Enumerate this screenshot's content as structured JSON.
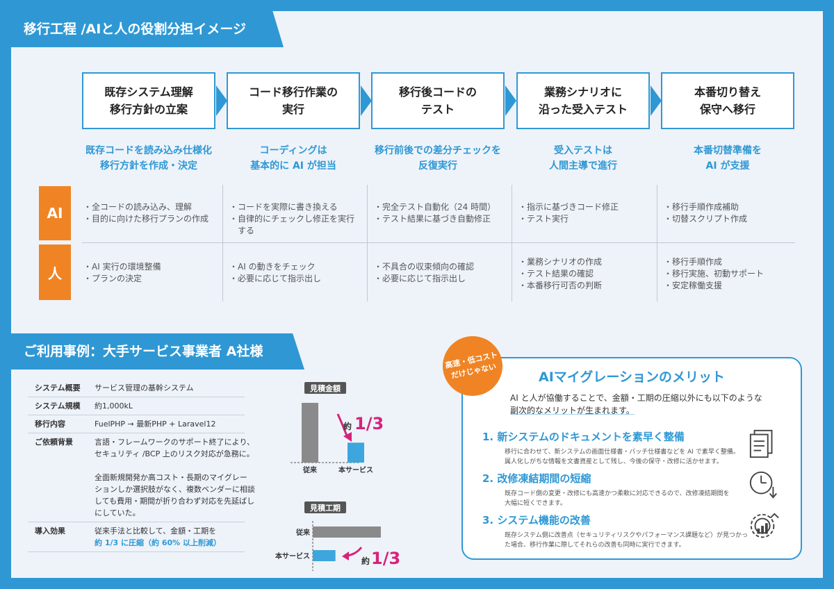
{
  "header": {
    "title": "移行工程 /AIと人の役割分担イメージ"
  },
  "steps": [
    {
      "title_lines": [
        "既存システム理解",
        "移行方針の立案"
      ],
      "ai_lines": [
        "既存コードを読み込み仕様化",
        "移行方針を作成・決定"
      ]
    },
    {
      "title_lines": [
        "コード移行作業の",
        "実行"
      ],
      "ai_lines": [
        "コーディングは",
        "基本的に AI が担当"
      ]
    },
    {
      "title_lines": [
        "移行後コードの",
        "テスト"
      ],
      "ai_lines": [
        "移行前後での差分チェックを",
        "反復実行"
      ]
    },
    {
      "title_lines": [
        "業務シナリオに",
        "沿った受入テスト"
      ],
      "ai_lines": [
        "受入テストは",
        "人間主導で進行"
      ]
    },
    {
      "title_lines": [
        "本番切り替え",
        "保守へ移行"
      ],
      "ai_lines": [
        "本番切替準備を",
        "AI が支援"
      ]
    }
  ],
  "roles": {
    "ai_label": "AI",
    "human_label": "人",
    "ai_tasks": [
      [
        "・全コードの読み込み、理解",
        "・目的に向けた移行プランの作成"
      ],
      [
        "・コードを実際に書き換える",
        "・自律的にチェックし修正を実行",
        "　する"
      ],
      [
        "・完全テスト自動化（24 時間）",
        "・テスト結果に基づき自動修正"
      ],
      [
        "・指示に基づきコード修正",
        "・テスト実行"
      ],
      [
        "・移行手順作成補助",
        "・切替スクリプト作成"
      ]
    ],
    "human_tasks": [
      [
        "・AI 実行の環境整備",
        "・プランの決定"
      ],
      [
        "・AI の動きをチェック",
        "・必要に応じて指示出し"
      ],
      [
        "・不具合の収束傾向の確認",
        "・必要に応じて指示出し"
      ],
      [
        "・業務シナリオの作成",
        "・テスト結果の確認",
        "・本番移行可否の判断"
      ],
      [
        "・移行手順作成",
        "・移行実施、初動サポート",
        "・安定稼働支援"
      ]
    ]
  },
  "case": {
    "title": "ご利用事例：大手サービス事業者 A社様",
    "rows": [
      {
        "key": "システム概要",
        "lines": [
          "サービス管理の基幹システム"
        ]
      },
      {
        "key": "システム規模",
        "lines": [
          "約1,000kL"
        ]
      },
      {
        "key": "移行内容",
        "lines": [
          "FuelPHP → 最新PHP + Laravel12"
        ]
      },
      {
        "key": "ご依頼背景",
        "lines": [
          "言語・フレームワークのサポート終了により、",
          "セキュリティ /BCP 上のリスク対応が急務に。",
          "",
          "全面新規開発か高コスト・長期のマイグレー",
          "ションしか選択肢がなく、複数ベンダーに相談",
          "しても費用・期間が折り合わず対応を先延ばし",
          "にしていた。"
        ]
      },
      {
        "key": "導入効果",
        "lines": [
          "従来手法と比較して、金額・工期を"
        ],
        "strong": "約 1/3 に圧縮（約 60% 以上削減）"
      }
    ]
  },
  "charts": {
    "cost": {
      "title": "見積金額",
      "categories": [
        "従来",
        "本サービス"
      ],
      "values": [
        3,
        1
      ],
      "ratio_prefix": "約",
      "ratio": "1/3"
    },
    "period": {
      "title": "見積工期",
      "categories": [
        "従来",
        "本サービス"
      ],
      "values": [
        3,
        1
      ],
      "ratio_prefix": "約",
      "ratio": "1/3"
    }
  },
  "merit": {
    "badge_lines": [
      "高速・低コスト",
      "だけじゃない"
    ],
    "title": "AIマイグレーションのメリット",
    "intro_lines": [
      "AI と人が協働することで、金額・工期の圧縮以外にも以下のような",
      "副次的なメリットが生まれます。"
    ],
    "items": [
      {
        "heading": "1. 新システムのドキュメントを素早く整備",
        "icon": "document-icon",
        "text_lines": [
          "移行に合わせて、新システムの画面仕様書・バッチ仕様書などを AI で素早く整備。",
          "属人化しがちな情報を文書資産として残し、今後の保守・改修に活かせます。"
        ]
      },
      {
        "heading": "2. 改修凍結期間の短縮",
        "icon": "clock-icon",
        "text_lines": [
          "既存コード側の変更・改修にも高速かつ柔軟に対応できるので、改修凍結期間を",
          "大幅に短くできます。"
        ]
      },
      {
        "heading": "3. システム機能の改善",
        "icon": "gear-chart-icon",
        "text_lines": [
          "既存システム側に改善点（セキュリティリスクやパフォーマンス課題など）が見つかっ",
          "た場合、移行作業に際してそれらの改善も同時に実行できます。"
        ]
      }
    ]
  },
  "colors": {
    "brand_blue": "#2f98d4",
    "accent_orange": "#f08424",
    "ratio_pink": "#d6237a",
    "bar_gray": "#8a8a8a",
    "bar_blue": "#3ca6dd"
  }
}
